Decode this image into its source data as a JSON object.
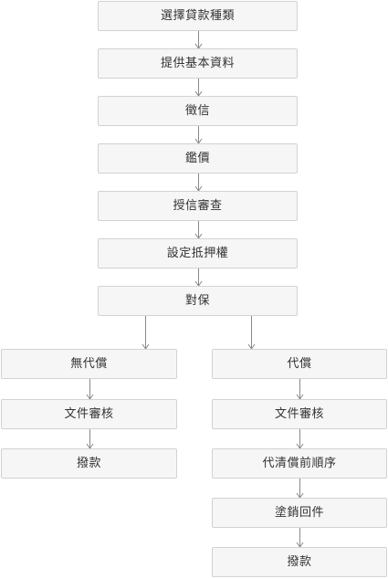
{
  "flowchart": {
    "main": [
      {
        "id": "select-loan-type",
        "label": "選擇貸款種類"
      },
      {
        "id": "provide-basic-info",
        "label": "提供基本資料"
      },
      {
        "id": "credit-check",
        "label": "徵信"
      },
      {
        "id": "appraisal",
        "label": "鑑價"
      },
      {
        "id": "credit-review",
        "label": "授信審查"
      },
      {
        "id": "mortgage-setup",
        "label": "設定抵押權"
      },
      {
        "id": "insurance",
        "label": "對保"
      }
    ],
    "branch_left": [
      {
        "id": "no-payoff",
        "label": "無代償"
      },
      {
        "id": "document-review-left",
        "label": "文件審核"
      },
      {
        "id": "disbursement-left",
        "label": "撥款"
      }
    ],
    "branch_right": [
      {
        "id": "payoff",
        "label": "代償"
      },
      {
        "id": "document-review-right",
        "label": "文件審核"
      },
      {
        "id": "payoff-priority",
        "label": "代清償前順序"
      },
      {
        "id": "cancel-return",
        "label": "塗銷回件"
      },
      {
        "id": "disbursement-right",
        "label": "撥款"
      }
    ],
    "connections": [
      [
        "select-loan-type",
        "provide-basic-info"
      ],
      [
        "provide-basic-info",
        "credit-check"
      ],
      [
        "credit-check",
        "appraisal"
      ],
      [
        "appraisal",
        "credit-review"
      ],
      [
        "credit-review",
        "mortgage-setup"
      ],
      [
        "mortgage-setup",
        "insurance"
      ],
      [
        "insurance",
        "no-payoff"
      ],
      [
        "insurance",
        "payoff"
      ],
      [
        "no-payoff",
        "document-review-left"
      ],
      [
        "document-review-left",
        "disbursement-left"
      ],
      [
        "payoff",
        "document-review-right"
      ],
      [
        "document-review-right",
        "payoff-priority"
      ],
      [
        "payoff-priority",
        "cancel-return"
      ],
      [
        "cancel-return",
        "disbursement-right"
      ]
    ]
  }
}
